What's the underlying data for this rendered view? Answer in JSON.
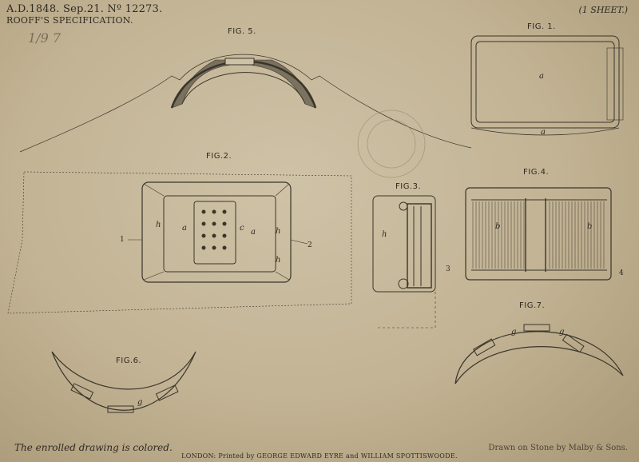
{
  "header": {
    "line1": "A.D.1848. Sep.21. Nº 12273.",
    "line2": "ROOFF'S SPECIFICATION.",
    "handwritten": "1/9 7"
  },
  "sheet_label": "(1 SHEET.)",
  "figures": {
    "fig1": "FIG. 1.",
    "fig2": "FIG.2.",
    "fig3": "FIG.3.",
    "fig4": "FIG.4.",
    "fig5": "FIG. 5.",
    "fig6": "FIG.6.",
    "fig7": "FIG.7."
  },
  "letters": {
    "a": "a",
    "b": "b",
    "c": "c",
    "g": "g",
    "h": "h",
    "one": "1",
    "two": "2",
    "three": "3",
    "four": "4"
  },
  "footer": {
    "enrolled": "The enrolled drawing is colored.",
    "drawn": "Drawn on Stone by Malby & Sons.",
    "printed": "LONDON: Printed by GEORGE EDWARD EYRE and WILLIAM SPOTTISWOODE."
  }
}
